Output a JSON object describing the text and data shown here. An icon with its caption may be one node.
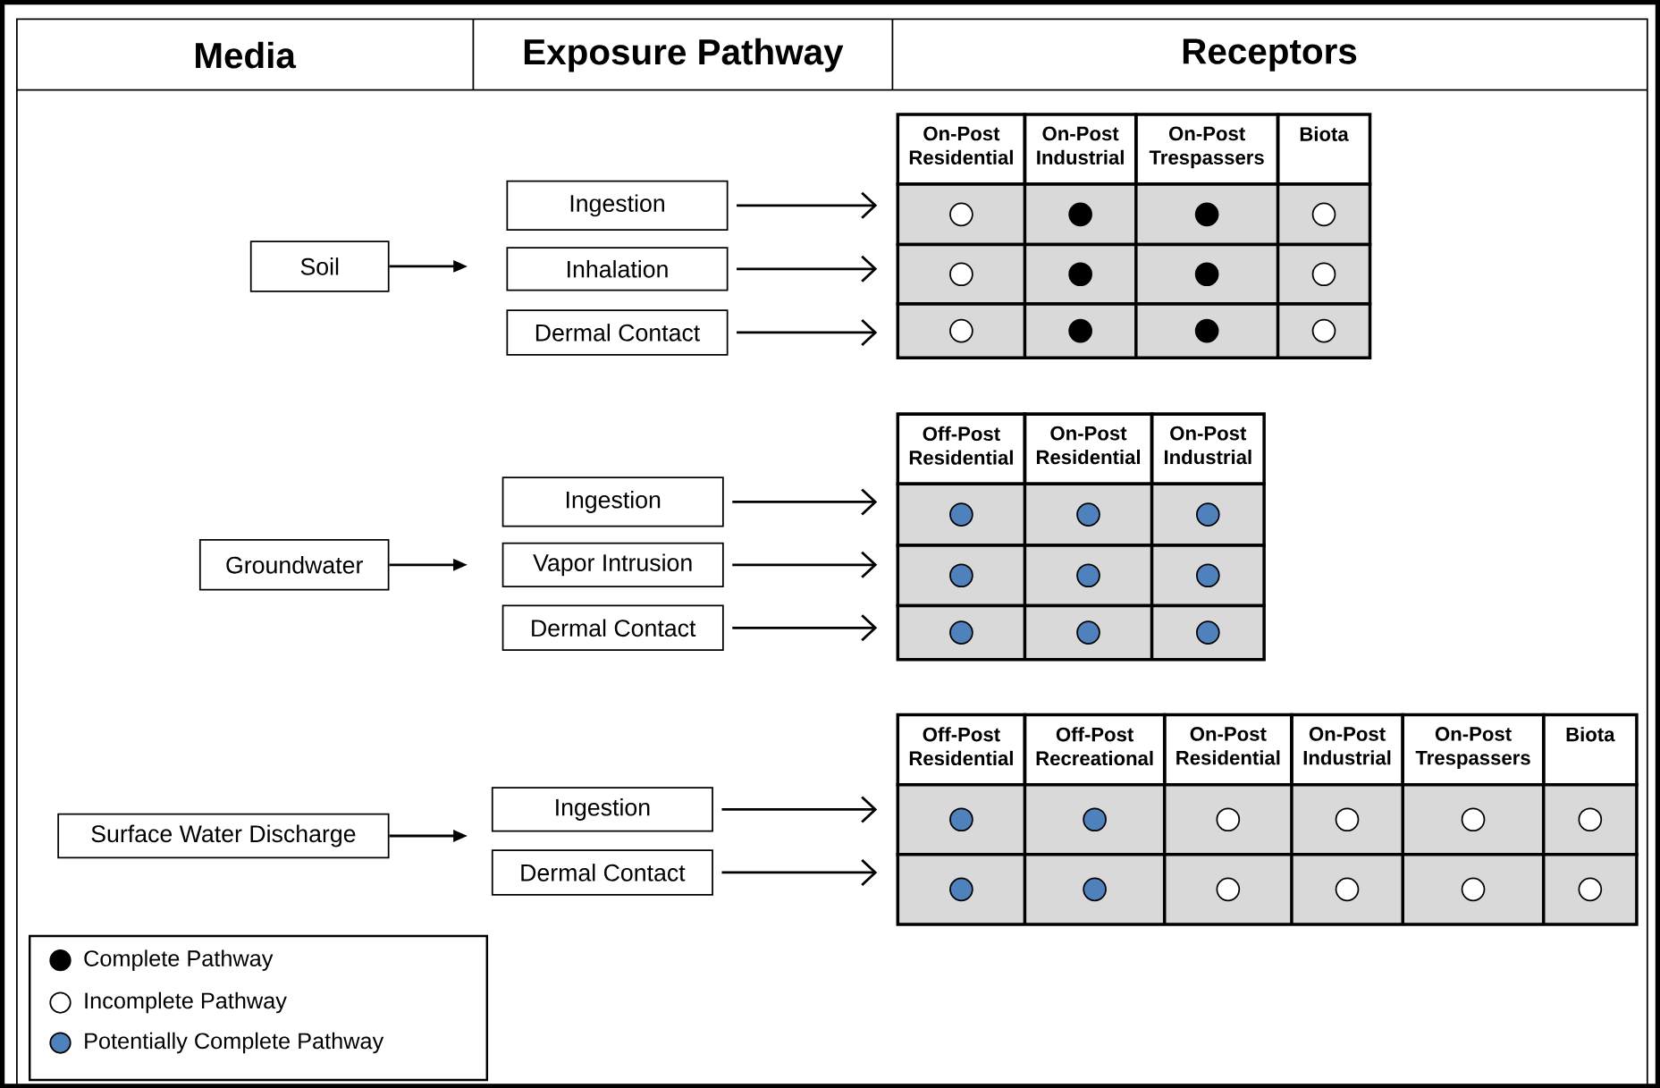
{
  "diagram": {
    "nodes": [
      {
        "text": [
          "Soil"
        ]
      },
      {
        "text": [
          "Ingestion"
        ]
      },
      {
        "text": [
          "Inhalation"
        ]
      },
      {
        "text": [
          "Dermal Contact"
        ]
      },
      {
        "text": [],
        "shape": "box"
      },
      {
        "text": [],
        "shape": "circle",
        "in": 4
      },
      {
        "text": [],
        "shape": "circle",
        "in": 4
      },
      {
        "text": [],
        "shape": "circle",
        "in": 4
      },
      {
        "text": [],
        "shape": "circle",
        "in": 4
      },
      {
        "text": [],
        "shape": "box"
      },
      {
        "text": [],
        "shape": "circle",
        "in": 9
      },
      {
        "text": [],
        "shape": "circle",
        "in": 9
      },
      {
        "text": [],
        "shape": "circle",
        "in": 9
      },
      {
        "text": [],
        "shape": "circle",
        "in": 9
      },
      {
        "text": [],
        "shape": "box"
      },
      {
        "text": [],
        "shape": "circle",
        "in": 14
      },
      {
        "text": [],
        "shape": "circle",
        "in": 14
      },
      {
        "text": [],
        "shape": "circle",
        "in": 14
      },
      {
        "text": [],
        "shape": "circle",
        "in": 14
      },
      {
        "text": [
          "Groundwater"
        ]
      },
      {
        "text": [
          "Ingestion"
        ]
      },
      {
        "text": [
          "Vapor Intrusion"
        ]
      },
      {
        "text": [
          "Dermal Contact"
        ]
      },
      {
        "text": [],
        "shape": "box"
      },
      {
        "text": [],
        "shape": "circle",
        "in": 23
      },
      {
        "text": [],
        "shape": "circle",
        "in": 23
      },
      {
        "text": [],
        "shape": "circle",
        "in": 23
      },
      {
        "text": [],
        "shape": "box"
      },
      {
        "text": [],
        "shape": "circle",
        "in": 27
      },
      {
        "text": [],
        "shape": "circle",
        "in": 27
      },
      {
        "text": [],
        "shape": "circle",
        "in": 27
      },
      {
        "text": [],
        "shape": "box"
      },
      {
        "text": [],
        "shape": "circle",
        "in": 31
      },
      {
        "text": [],
        "shape": "circle",
        "in": 31
      },
      {
        "text": [],
        "shape": "circle",
        "in": 31
      },
      {
        "text": [
          "Surface Water Discharge"
        ]
      },
      {
        "text": [
          "Ingestion"
        ]
      },
      {
        "text": [
          "Dermal Contact"
        ]
      },
      {
        "text": [],
        "shape": "box"
      },
      {
        "text": [],
        "shape": "circle",
        "in": 38
      },
      {
        "text": [],
        "shape": "circle",
        "in": 38
      },
      {
        "text": [],
        "shape": "circle",
        "in": 38
      },
      {
        "text": [],
        "shape": "circle",
        "in": 38
      },
      {
        "text": [],
        "shape": "circle",
        "in": 38
      },
      {
        "text": [],
        "shape": "circle",
        "in": 38
      },
      {
        "text": [],
        "shape": "box"
      },
      {
        "text": [],
        "shape": "circle",
        "in": 45
      },
      {
        "text": [],
        "shape": "circle",
        "in": 45
      },
      {
        "text": [],
        "shape": "circle",
        "in": 45
      },
      {
        "text": [],
        "shape": "circle",
        "in": 45
      },
      {
        "text": [],
        "shape": "circle",
        "in": 45
      },
      {
        "text": [],
        "shape": "circle",
        "in": 45
      }
    ],
    "edges": [
      {
        "from": 0,
        "to": null,
        "arrow": "to"
      },
      {
        "from": 1,
        "to": 4,
        "arrow": "to"
      },
      {
        "from": 2,
        "to": 9,
        "arrow": "to"
      },
      {
        "from": 3,
        "to": 14,
        "arrow": "to"
      },
      {
        "from": 19,
        "to": null,
        "arrow": "to"
      },
      {
        "from": 20,
        "to": 23,
        "arrow": "to"
      },
      {
        "from": 21,
        "to": 27,
        "arrow": "to"
      },
      {
        "from": 22,
        "to": 31,
        "arrow": "to"
      },
      {
        "from": 35,
        "to": null,
        "arrow": "to"
      },
      {
        "from": 36,
        "to": 38,
        "arrow": "to"
      },
      {
        "from": 37,
        "to": 45,
        "arrow": "to"
      }
    ],
    "labels": [
      "Media",
      "Exposure Pathway",
      "Receptors",
      "On-Post Residential",
      "On-Post Industrial",
      "On-Post Trespassers",
      "Biota",
      "Off-Post Residential",
      "On-Post Residential",
      "On-Post Industrial",
      "Off-Post Residential",
      "Off-Post Recreational",
      "On-Post Residential",
      "On-Post Industrial",
      "On-Post Trespassers",
      "Biota"
    ],
    "legend": [
      {
        "text": "Complete Pathway",
        "color": "#000000"
      },
      {
        "text": "Incomplete Pathway"
      },
      {
        "text": "Potentially Complete Pathway",
        "color": "#4f81bd"
      }
    ]
  }
}
